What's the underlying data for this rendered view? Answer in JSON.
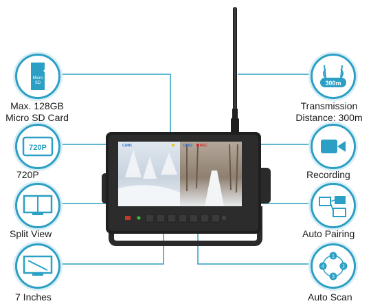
{
  "colors": {
    "accent": "#2b9fc4",
    "ring": "#d8eef6",
    "monitor": "#2a2a2a"
  },
  "features_left": [
    {
      "icon": "micro-sd-card-icon",
      "icon_text_1": "Micro",
      "icon_text_2": "SD",
      "label_line1": "Max. 128GB",
      "label_line2": "Micro SD Card"
    },
    {
      "icon": "720p-icon",
      "icon_text": "720P",
      "label": "720P"
    },
    {
      "icon": "split-view-icon",
      "label": "Split View"
    },
    {
      "icon": "screen-size-icon",
      "label": "7 Inches"
    }
  ],
  "features_right": [
    {
      "icon": "antenna-router-icon",
      "icon_text": "300m",
      "label_line1": "Transmission",
      "label_line2": "Distance: 300m"
    },
    {
      "icon": "video-camera-icon",
      "label": "Recording"
    },
    {
      "icon": "pairing-icon",
      "label": "Auto Pairing"
    },
    {
      "icon": "auto-scan-icon",
      "scan_numbers": [
        "1",
        "2",
        "3",
        "4"
      ],
      "label": "Auto Scan"
    }
  ],
  "monitor": {
    "cam1_label": "CAM1",
    "cam2_label": "CAM2",
    "rec_label": "REC"
  }
}
